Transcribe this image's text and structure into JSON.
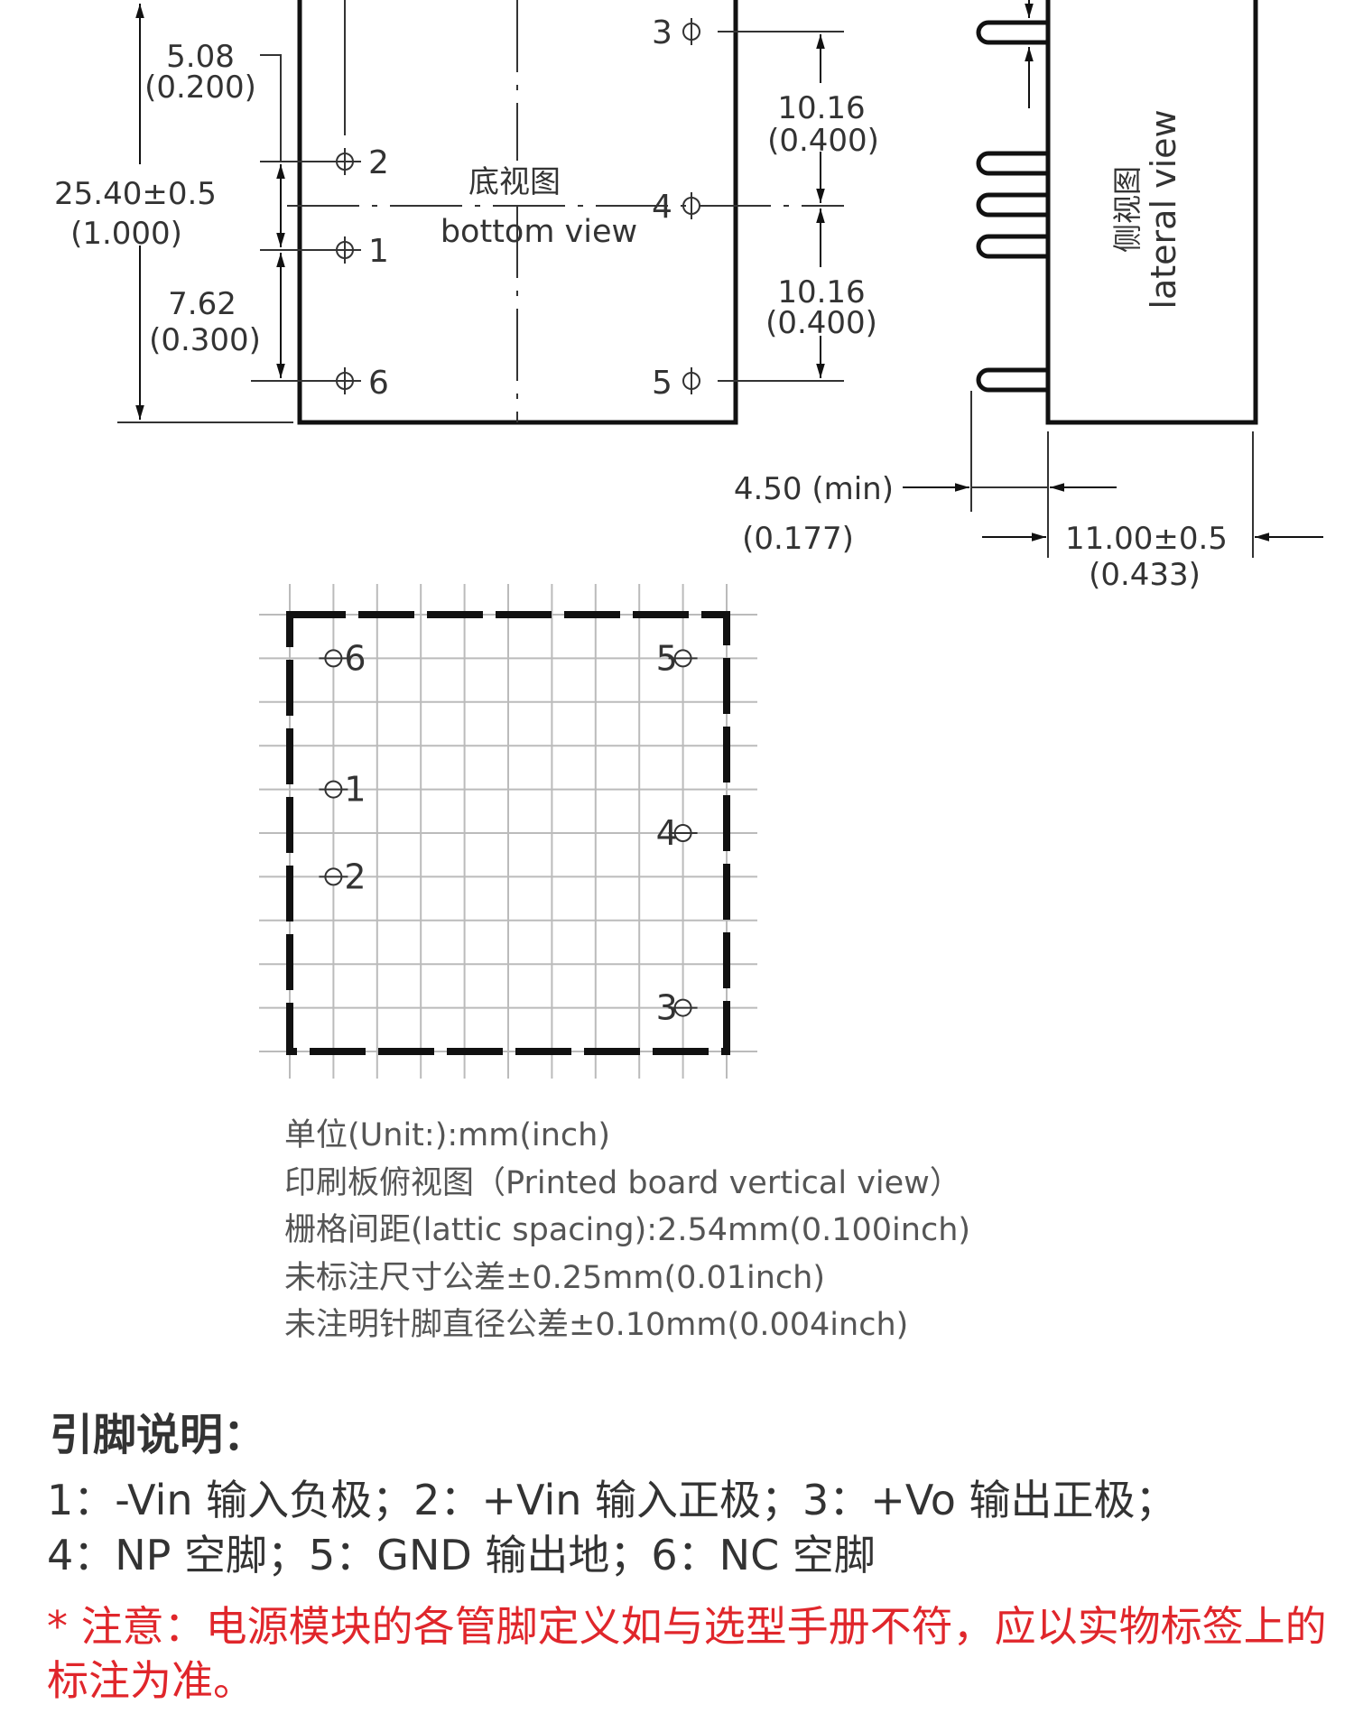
{
  "bottom_view": {
    "label_cn": "底视图",
    "label_en": "bottom view",
    "pins_left": [
      "2",
      "1",
      "6"
    ],
    "pins_right": [
      "3",
      "4",
      "5"
    ],
    "dim_total": "25.40±0.5",
    "dim_total_in": "(1.000)",
    "dim_a": "5.08",
    "dim_a_in": "(0.200)",
    "dim_b": "7.62",
    "dim_b_in": "(0.300)",
    "dim_c": "10.16",
    "dim_c_in": "(0.400)",
    "dim_d": "10.16",
    "dim_d_in": "(0.400)"
  },
  "lateral_view": {
    "label_cn": "侧视图",
    "label_en": "lateral view",
    "dim_pin": "4.50 (min)",
    "dim_pin_in": "(0.177)",
    "dim_width": "11.00±0.5",
    "dim_width_in": "(0.433)"
  },
  "pcb_view": {
    "pins": [
      {
        "num": "6",
        "col": 1,
        "row": 1
      },
      {
        "num": "1",
        "col": 1,
        "row": 4
      },
      {
        "num": "2",
        "col": 1,
        "row": 6
      },
      {
        "num": "5",
        "col": 9,
        "row": 1
      },
      {
        "num": "4",
        "col": 9,
        "row": 5
      },
      {
        "num": "3",
        "col": 9,
        "row": 9
      }
    ]
  },
  "notes": [
    "单位(Unit:):mm(inch)",
    "印刷板俯视图（Printed board vertical view）",
    "栅格间距(lattic spacing):2.54mm(0.100inch)",
    "未标注尺寸公差±0.25mm(0.01inch)",
    "未注明针脚直径公差±0.10mm(0.004inch)"
  ],
  "pin_section": {
    "title": "引脚说明：",
    "line1": "1：-Vin  输入负极；2：+Vin 输入正极；3：+Vo  输出正极；",
    "line2": "4：NP 空脚；5：GND  输出地；6：NC 空脚"
  },
  "warning": "* 注意：电源模块的各管脚定义如与选型手册不符，应以实物标签上的标注为准。",
  "colors": {
    "warning": "#e0262b",
    "line": "#111111",
    "grid": "#bbbbbb"
  }
}
